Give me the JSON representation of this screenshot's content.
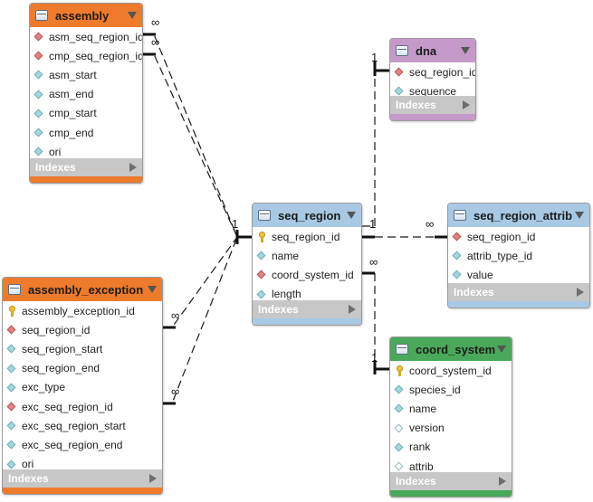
{
  "colors": {
    "orange": "#ee7a2c",
    "purple": "#c59ac9",
    "blue": "#a8c8e3",
    "green": "#4aa85a",
    "index_bar": "#c7c7c7"
  },
  "tables": {
    "assembly": {
      "name": "assembly",
      "columns": [
        {
          "name": "asm_seq_region_id",
          "kind": "fk"
        },
        {
          "name": "cmp_seq_region_id",
          "kind": "fk"
        },
        {
          "name": "asm_start",
          "kind": "col"
        },
        {
          "name": "asm_end",
          "kind": "col"
        },
        {
          "name": "cmp_start",
          "kind": "col"
        },
        {
          "name": "cmp_end",
          "kind": "col"
        },
        {
          "name": "ori",
          "kind": "col"
        }
      ],
      "indexes": "Indexes"
    },
    "dna": {
      "name": "dna",
      "columns": [
        {
          "name": "seq_region_id",
          "kind": "fk"
        },
        {
          "name": "sequence",
          "kind": "col"
        }
      ],
      "indexes": "Indexes"
    },
    "seq_region": {
      "name": "seq_region",
      "columns": [
        {
          "name": "seq_region_id",
          "kind": "pk"
        },
        {
          "name": "name",
          "kind": "col"
        },
        {
          "name": "coord_system_id",
          "kind": "fk"
        },
        {
          "name": "length",
          "kind": "col"
        }
      ],
      "indexes": "Indexes"
    },
    "seq_region_attrib": {
      "name": "seq_region_attrib",
      "columns": [
        {
          "name": "seq_region_id",
          "kind": "fk"
        },
        {
          "name": "attrib_type_id",
          "kind": "col"
        },
        {
          "name": "value",
          "kind": "col"
        }
      ],
      "indexes": "Indexes"
    },
    "assembly_exception": {
      "name": "assembly_exception",
      "columns": [
        {
          "name": "assembly_exception_id",
          "kind": "pk"
        },
        {
          "name": "seq_region_id",
          "kind": "fk"
        },
        {
          "name": "seq_region_start",
          "kind": "col"
        },
        {
          "name": "seq_region_end",
          "kind": "col"
        },
        {
          "name": "exc_type",
          "kind": "col"
        },
        {
          "name": "exc_seq_region_id",
          "kind": "fk"
        },
        {
          "name": "exc_seq_region_start",
          "kind": "col"
        },
        {
          "name": "exc_seq_region_end",
          "kind": "col"
        },
        {
          "name": "ori",
          "kind": "col"
        }
      ],
      "indexes": "Indexes"
    },
    "coord_system": {
      "name": "coord_system",
      "columns": [
        {
          "name": "coord_system_id",
          "kind": "pk"
        },
        {
          "name": "species_id",
          "kind": "col"
        },
        {
          "name": "name",
          "kind": "col"
        },
        {
          "name": "version",
          "kind": "nul"
        },
        {
          "name": "rank",
          "kind": "col"
        },
        {
          "name": "attrib",
          "kind": "nul"
        }
      ],
      "indexes": "Indexes"
    }
  },
  "cardinality": {
    "one": "1",
    "many": "∞"
  }
}
